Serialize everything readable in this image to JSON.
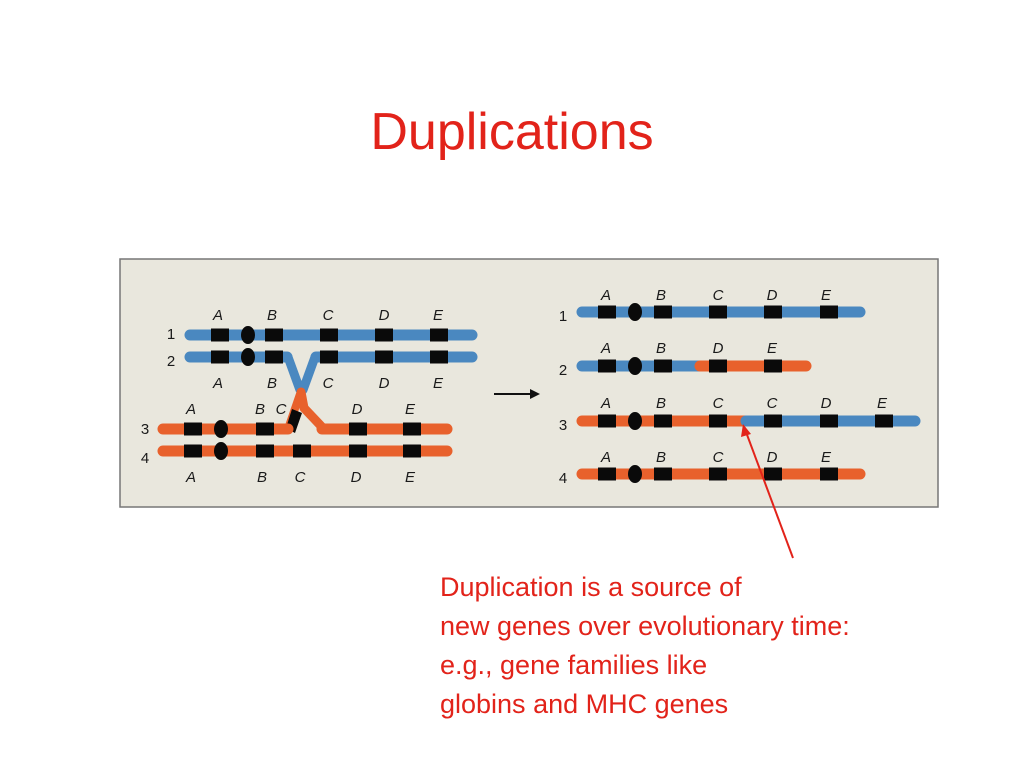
{
  "slide": {
    "title": "Duplications",
    "caption_lines": [
      "Duplication is a source of",
      "new genes over evolutionary time:",
      "e.g., gene families like",
      "globins and MHC genes"
    ]
  },
  "colors": {
    "title_text": "#e2231a",
    "blue_chromosome": "#4a88c0",
    "orange_chromosome": "#e8612c",
    "gene_band": "#0a0a0a",
    "panel_background": "#e9e7dd",
    "panel_border": "#777777",
    "annotation_arrow": "#e2231a"
  },
  "diagram": {
    "before": {
      "top_pair": {
        "numbers": [
          "1",
          "2"
        ],
        "labels_above": [
          "A",
          "B",
          "C",
          "D",
          "E"
        ],
        "labels_below": [
          "A",
          "B",
          "C",
          "D",
          "E"
        ]
      },
      "bottom_pair": {
        "numbers": [
          "3",
          "4"
        ],
        "labels_above": [
          "A",
          "B",
          "C",
          "D",
          "E"
        ],
        "labels_below": [
          "A",
          "B",
          "C",
          "D",
          "E"
        ]
      }
    },
    "after": {
      "chromosomes": [
        {
          "number": "1",
          "labels": [
            "A",
            "B",
            "C",
            "D",
            "E"
          ]
        },
        {
          "number": "2",
          "labels": [
            "A",
            "B",
            "D",
            "E"
          ]
        },
        {
          "number": "3",
          "labels": [
            "A",
            "B",
            "C",
            "C",
            "D",
            "E"
          ]
        },
        {
          "number": "4",
          "labels": [
            "A",
            "B",
            "C",
            "D",
            "E"
          ]
        }
      ]
    }
  }
}
